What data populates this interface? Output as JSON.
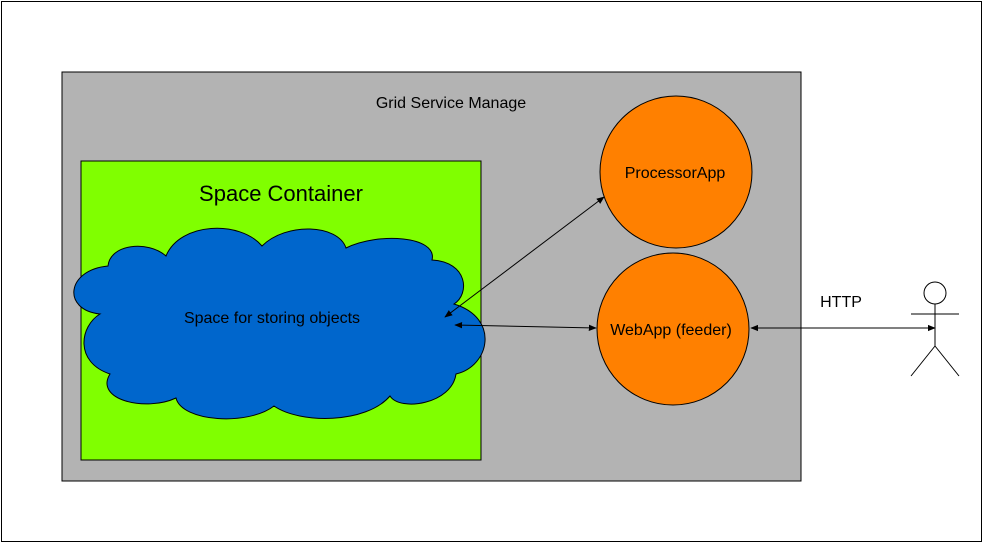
{
  "diagram": {
    "grid_service_label": "Grid Service Manage",
    "space_container_label": "Space Container",
    "cloud_label": "Space for storing objects",
    "processor_label": "ProcessorApp",
    "webapp_label": "WebApp (feeder)",
    "http_label": "HTTP"
  },
  "colors": {
    "grid_service_fill": "#b3b3b3",
    "space_container_fill": "#80ff00",
    "cloud_fill": "#0066cc",
    "app_circle_fill": "#ff8000"
  },
  "icons": {
    "user": "stick-figure-actor"
  }
}
